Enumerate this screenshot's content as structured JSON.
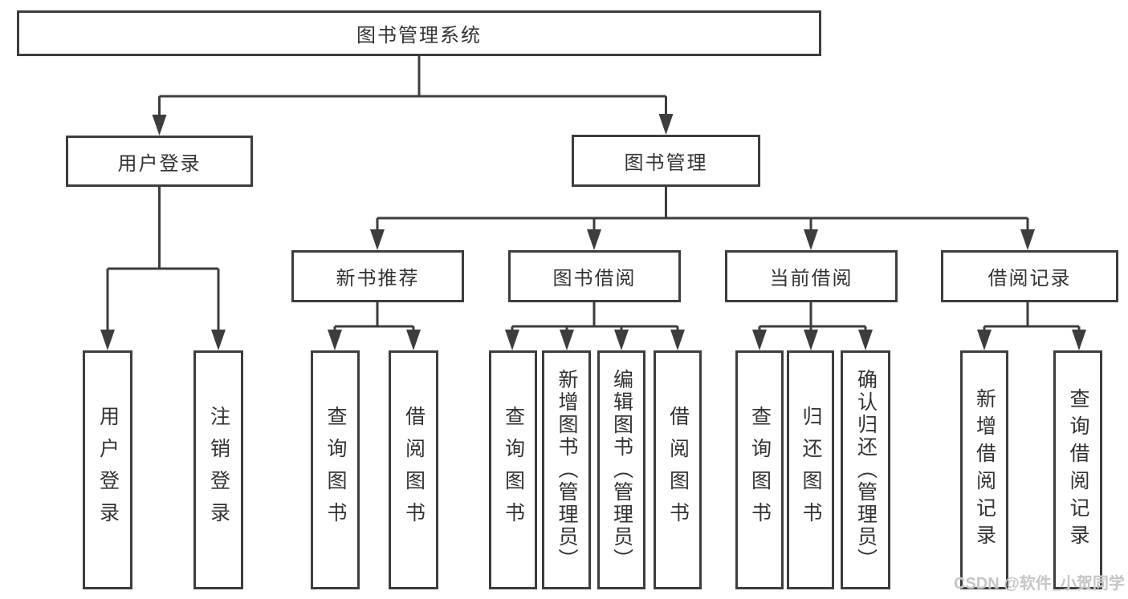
{
  "tree": {
    "root": {
      "label": "图书管理系统",
      "children": [
        {
          "label": "用户登录",
          "children": [
            {
              "label": "用户登录"
            },
            {
              "label": "注销登录"
            }
          ]
        },
        {
          "label": "图书管理",
          "children": [
            {
              "label": "新书推荐",
              "children": [
                {
                  "label": "查询图书"
                },
                {
                  "label": "借阅图书"
                }
              ]
            },
            {
              "label": "图书借阅",
              "children": [
                {
                  "label": "查询图书"
                },
                {
                  "label": "新增图书（管理员）"
                },
                {
                  "label": "编辑图书（管理员）"
                },
                {
                  "label": "借阅图书"
                }
              ]
            },
            {
              "label": "当前借阅",
              "children": [
                {
                  "label": "查询图书"
                },
                {
                  "label": "归还图书"
                },
                {
                  "label": "确认归还（管理员）"
                }
              ]
            },
            {
              "label": "借阅记录",
              "children": [
                {
                  "label": "新增借阅记录"
                },
                {
                  "label": "查询借阅记录"
                }
              ]
            }
          ]
        }
      ]
    }
  },
  "watermark": {
    "text": "CSDN @软件_小贺同学"
  },
  "colors": {
    "line": "#3d3d3d",
    "node_border": "#3d3d3d",
    "text": "#333333",
    "watermark": "#c6c6c6",
    "background": "#ffffff"
  }
}
